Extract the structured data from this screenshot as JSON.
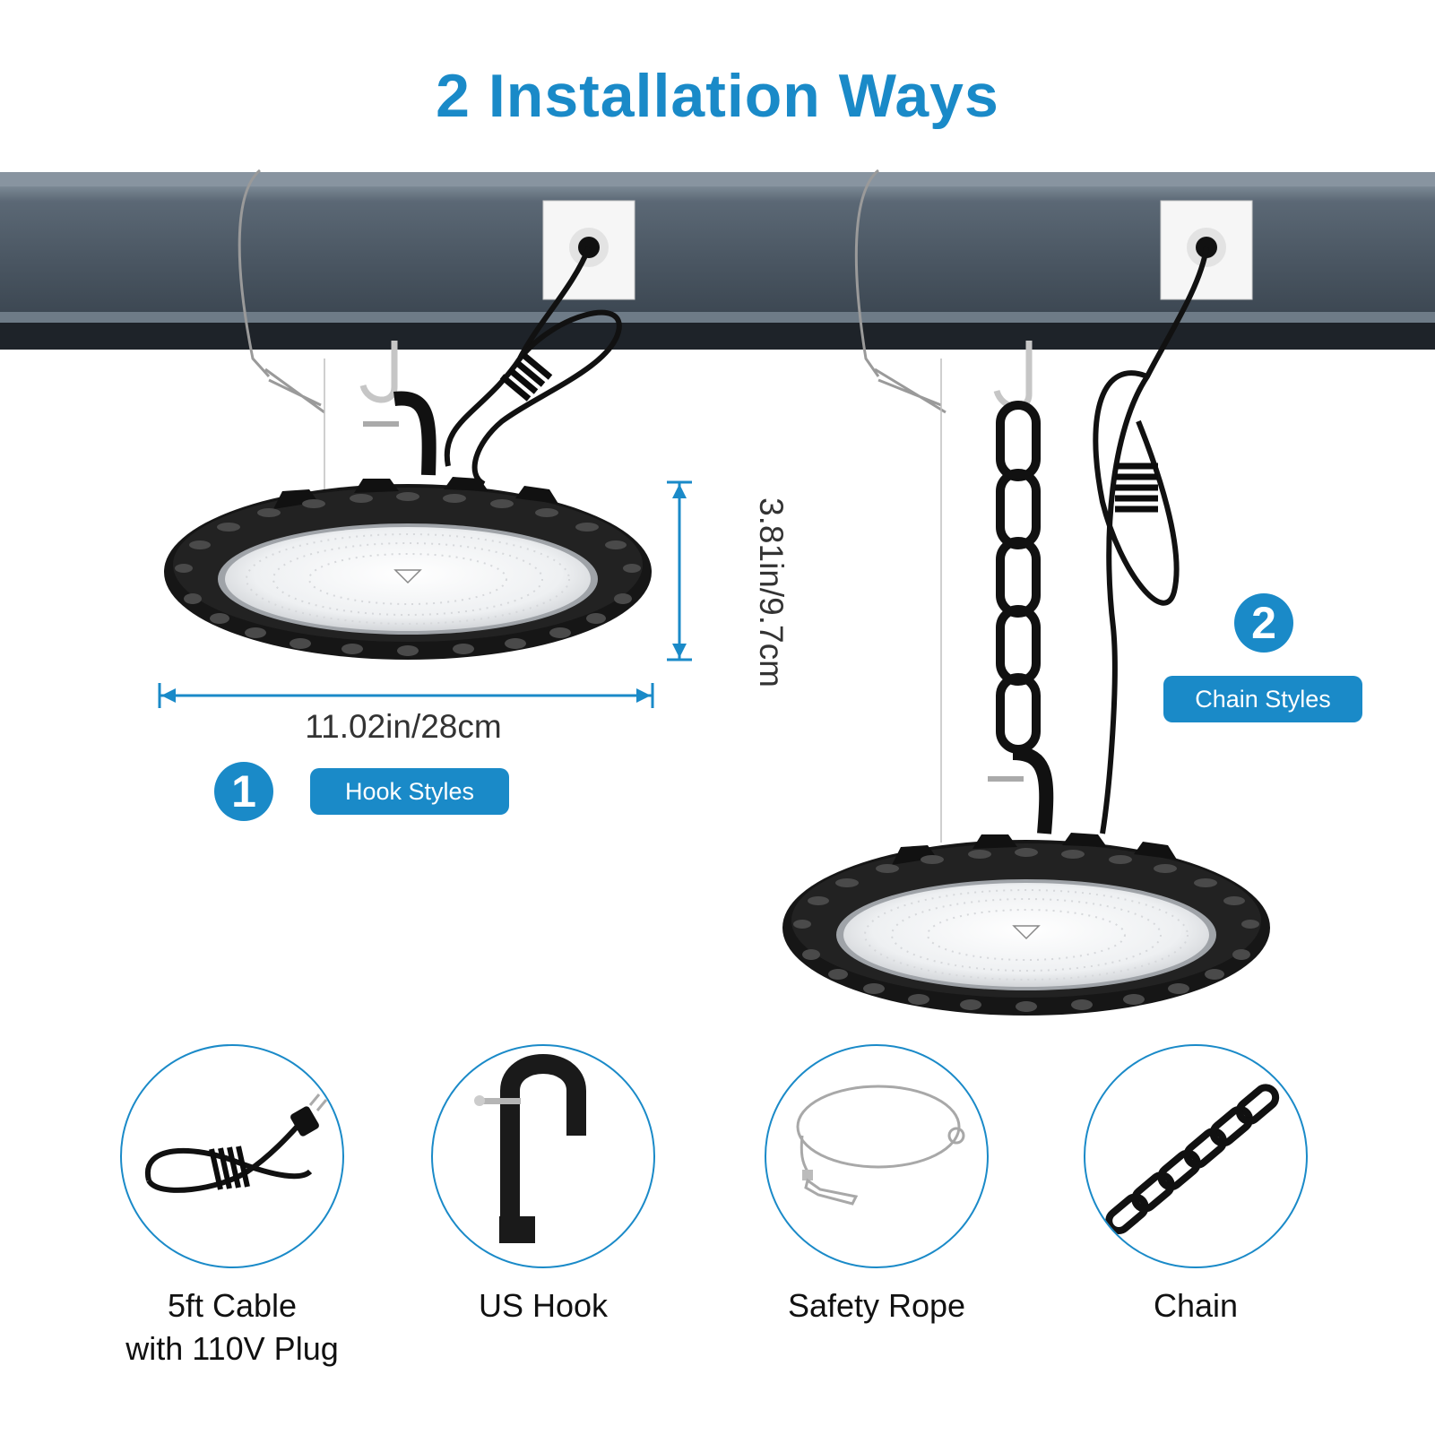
{
  "title": "2 Installation Ways",
  "dimensions": {
    "width_label": "11.02in/28cm",
    "height_label": "3.81in/9.7cm"
  },
  "methods": [
    {
      "number": "1",
      "label": "Hook Styles"
    },
    {
      "number": "2",
      "label": "Chain Styles"
    }
  ],
  "accessories": [
    {
      "icon": "cable-icon",
      "line1": "5ft Cable",
      "line2": "with 110V Plug"
    },
    {
      "icon": "us-hook-icon",
      "line1": "US Hook",
      "line2": ""
    },
    {
      "icon": "safety-rope-icon",
      "line1": "Safety Rope",
      "line2": ""
    },
    {
      "icon": "chain-icon",
      "line1": "Chain",
      "line2": ""
    }
  ],
  "colors": {
    "accent": "#1a8ac8",
    "beam": "#4e5b68",
    "fixture": "#1b1b1b"
  }
}
